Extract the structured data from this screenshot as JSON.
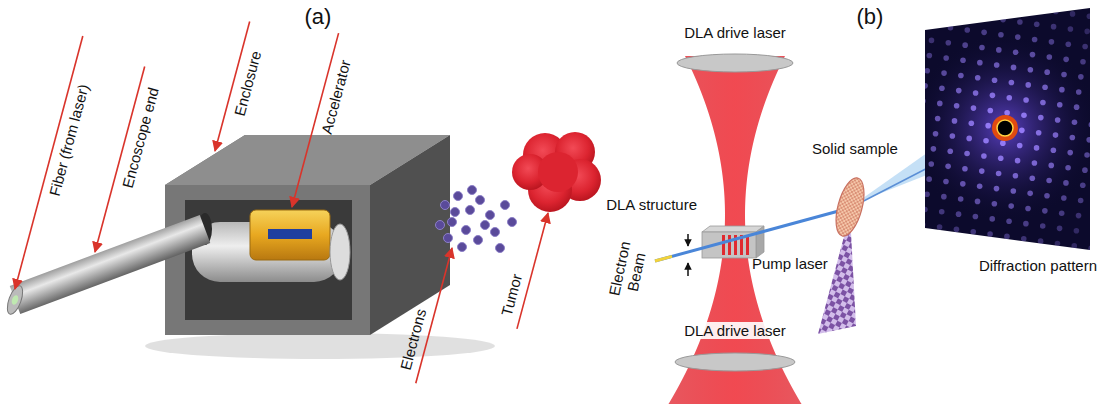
{
  "diagram": {
    "labels": [
      "(a)",
      "Fiber (from laser)",
      "Encoscope end",
      "Enclosure",
      "Accelerator",
      "Electrons",
      "Tumor",
      "(b)",
      "DLA drive laser",
      "DLA structure",
      "Electron Beam",
      "Solid sample",
      "Pump laser",
      "DLA drive laser",
      "Diffraction pattern"
    ]
  }
}
